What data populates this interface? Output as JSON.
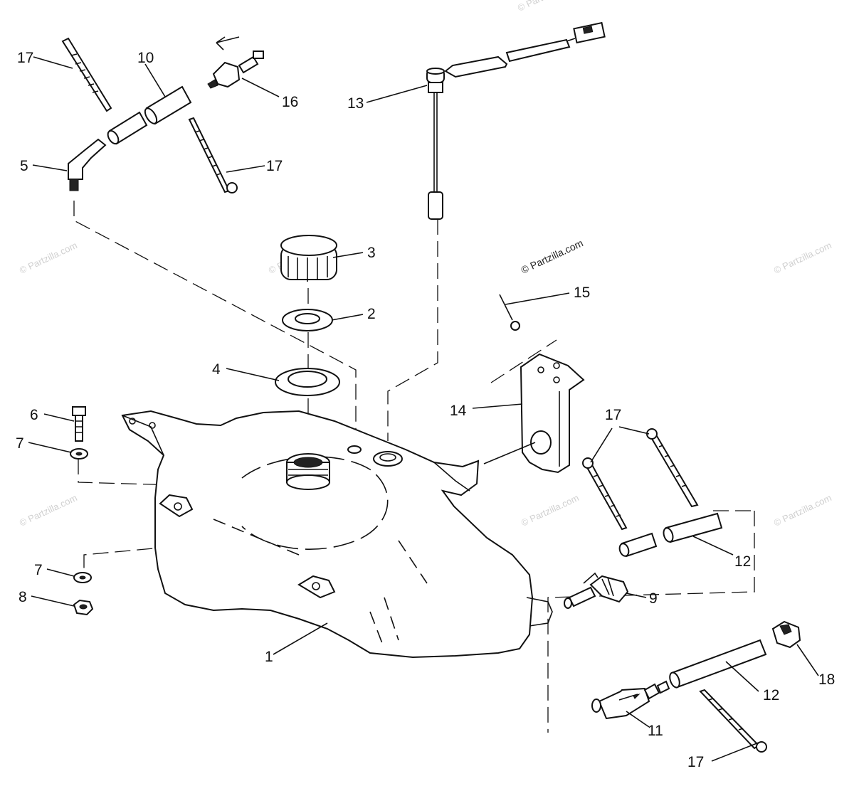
{
  "diagram": {
    "watermark": "© Partzilla.com",
    "callouts": {
      "c1": "1",
      "c2": "2",
      "c3": "3",
      "c4": "4",
      "c5": "5",
      "c6": "6",
      "c7a": "7",
      "c7b": "7",
      "c8": "8",
      "c9": "9",
      "c10": "10",
      "c11": "11",
      "c12a": "12",
      "c12b": "12",
      "c13": "13",
      "c14": "14",
      "c15": "15",
      "c16": "16",
      "c17a": "17",
      "c17b": "17",
      "c17c": "17",
      "c17d": "17",
      "c18": "18"
    }
  }
}
